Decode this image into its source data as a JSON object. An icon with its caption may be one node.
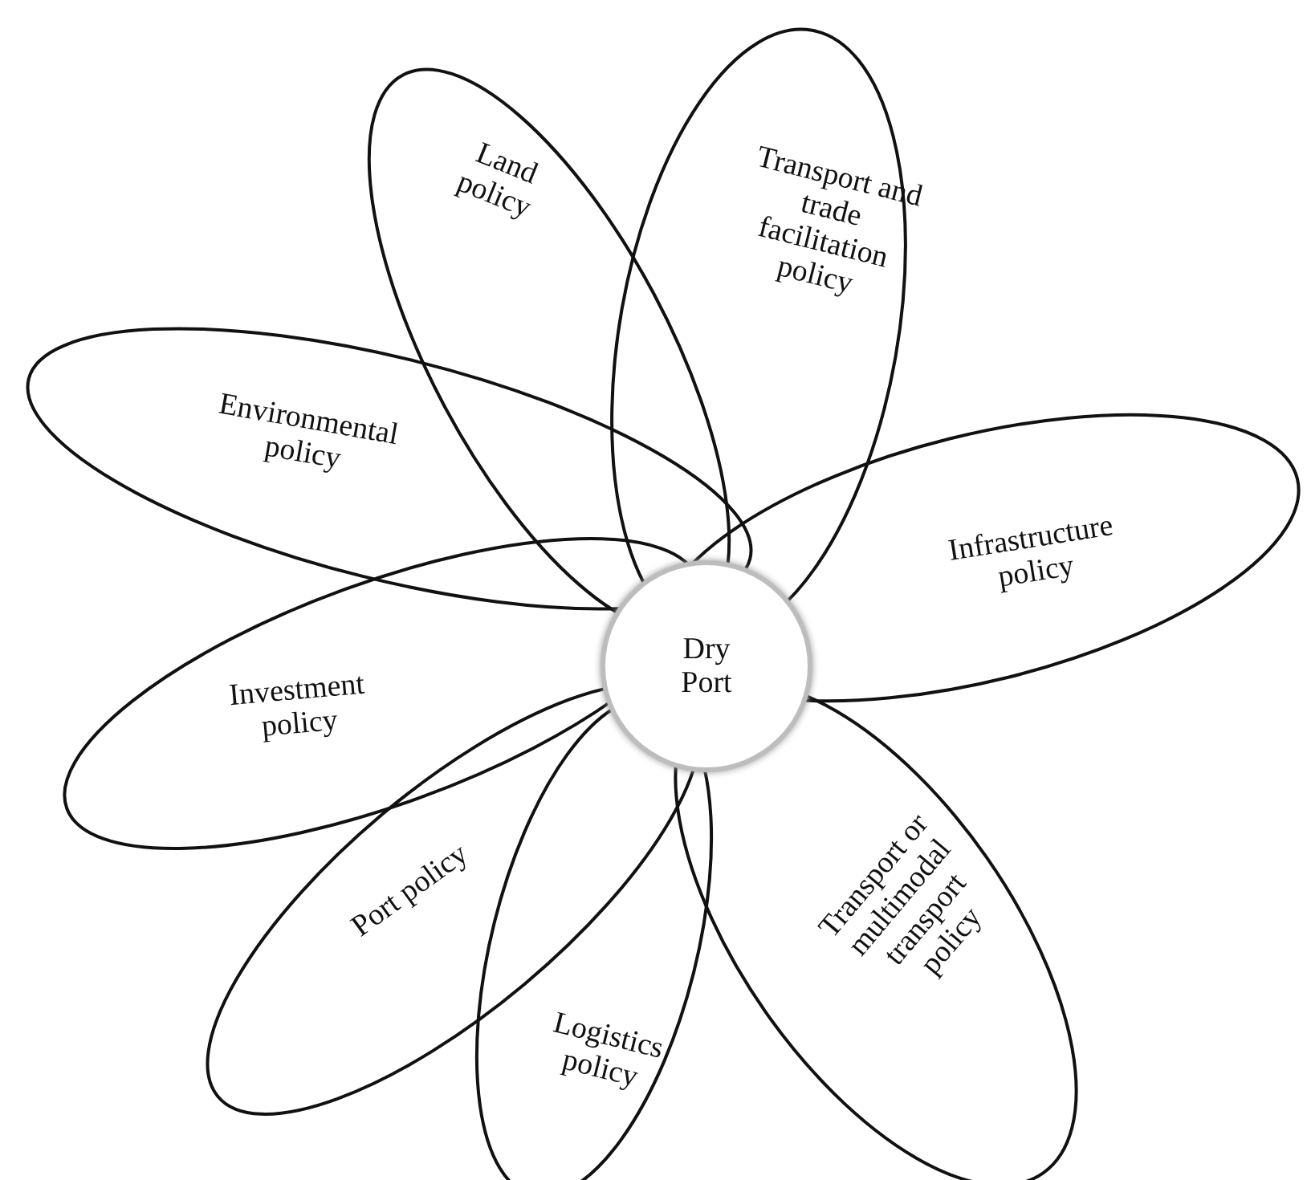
{
  "diagram": {
    "nodes": [
      {
        "text": [
          "Dry Port"
        ]
      },
      {
        "text": [
          "Land policy"
        ]
      },
      {
        "text": [
          "Transport and trade facilitation policy"
        ]
      },
      {
        "text": [
          "Environmental policy"
        ]
      },
      {
        "text": [
          "Infrastructure policy"
        ]
      },
      {
        "text": [
          "Investment policy"
        ]
      },
      {
        "text": [
          "Port policy"
        ]
      },
      {
        "text": [
          "Logistics policy"
        ]
      },
      {
        "text": [
          "Transport or multimodal transport policy"
        ]
      }
    ]
  }
}
